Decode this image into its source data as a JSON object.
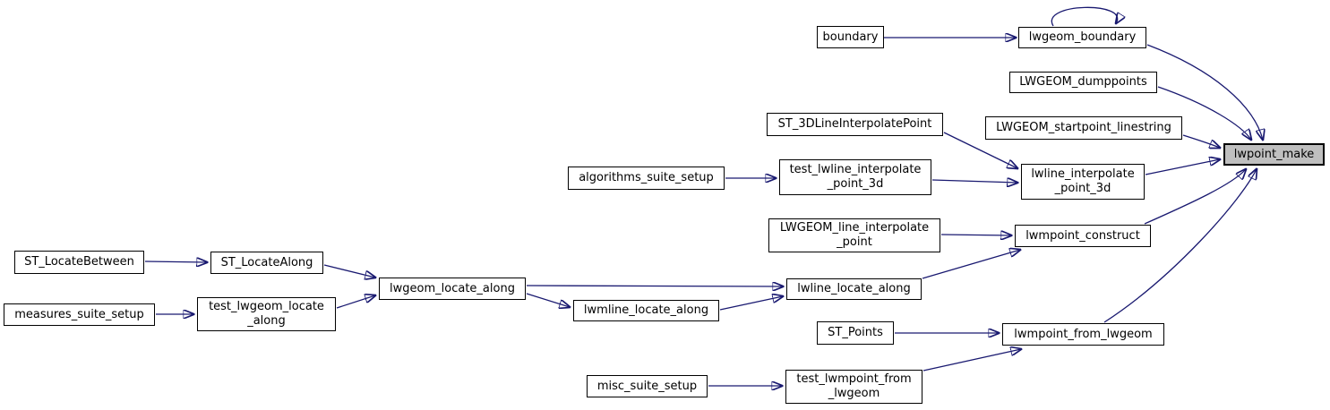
{
  "diagram": {
    "kind": "doxygen-call-graph",
    "background_color": "#ffffff",
    "edge_color": "#191970",
    "node_border_color": "#000000",
    "node_fill_color": "#ffffff",
    "highlighted_node_fill_color": "#bfbfbf",
    "text_color": "#000000"
  },
  "nodes": {
    "boundary": {
      "label": "boundary",
      "highlighted": false
    },
    "lwgeom_boundary": {
      "label": "lwgeom_boundary",
      "highlighted": false
    },
    "LWGEOM_dumppoints": {
      "label": "LWGEOM_dumppoints",
      "highlighted": false
    },
    "ST_3DLineInterpolatePoint": {
      "label": "ST_3DLineInterpolatePoint",
      "highlighted": false
    },
    "LWGEOM_startpoint_linestring": {
      "label": "LWGEOM_startpoint_linestring",
      "highlighted": false
    },
    "algorithms_suite_setup": {
      "label": "algorithms_suite_setup",
      "highlighted": false
    },
    "test_lwline_interpolate_point_3d": {
      "label": "test_lwline_interpolate\n_point_3d",
      "highlighted": false
    },
    "lwline_interpolate_point_3d": {
      "label": "lwline_interpolate\n_point_3d",
      "highlighted": false
    },
    "lwpoint_make": {
      "label": "lwpoint_make",
      "highlighted": true
    },
    "LWGEOM_line_interpolate_point": {
      "label": "LWGEOM_line_interpolate\n_point",
      "highlighted": false
    },
    "lwmpoint_construct": {
      "label": "lwmpoint_construct",
      "highlighted": false
    },
    "ST_LocateBetween": {
      "label": "ST_LocateBetween",
      "highlighted": false
    },
    "ST_LocateAlong": {
      "label": "ST_LocateAlong",
      "highlighted": false
    },
    "measures_suite_setup": {
      "label": "measures_suite_setup",
      "highlighted": false
    },
    "test_lwgeom_locate_along": {
      "label": "test_lwgeom_locate\n_along",
      "highlighted": false
    },
    "lwgeom_locate_along": {
      "label": "lwgeom_locate_along",
      "highlighted": false
    },
    "lwmline_locate_along": {
      "label": "lwmline_locate_along",
      "highlighted": false
    },
    "lwline_locate_along": {
      "label": "lwline_locate_along",
      "highlighted": false
    },
    "ST_Points": {
      "label": "ST_Points",
      "highlighted": false
    },
    "lwmpoint_from_lwgeom": {
      "label": "lwmpoint_from_lwgeom",
      "highlighted": false
    },
    "misc_suite_setup": {
      "label": "misc_suite_setup",
      "highlighted": false
    },
    "test_lwmpoint_from_lwgeom": {
      "label": "test_lwmpoint_from\n_lwgeom",
      "highlighted": false
    }
  },
  "edges": [
    {
      "from": "boundary",
      "to": "lwgeom_boundary"
    },
    {
      "from": "lwgeom_boundary",
      "to": "lwgeom_boundary"
    },
    {
      "from": "lwgeom_boundary",
      "to": "lwpoint_make"
    },
    {
      "from": "LWGEOM_dumppoints",
      "to": "lwpoint_make"
    },
    {
      "from": "LWGEOM_startpoint_linestring",
      "to": "lwpoint_make"
    },
    {
      "from": "ST_3DLineInterpolatePoint",
      "to": "lwline_interpolate_point_3d"
    },
    {
      "from": "algorithms_suite_setup",
      "to": "test_lwline_interpolate_point_3d"
    },
    {
      "from": "test_lwline_interpolate_point_3d",
      "to": "lwline_interpolate_point_3d"
    },
    {
      "from": "lwline_interpolate_point_3d",
      "to": "lwpoint_make"
    },
    {
      "from": "LWGEOM_line_interpolate_point",
      "to": "lwmpoint_construct"
    },
    {
      "from": "lwmpoint_construct",
      "to": "lwpoint_make"
    },
    {
      "from": "ST_LocateBetween",
      "to": "ST_LocateAlong"
    },
    {
      "from": "ST_LocateAlong",
      "to": "lwgeom_locate_along"
    },
    {
      "from": "measures_suite_setup",
      "to": "test_lwgeom_locate_along"
    },
    {
      "from": "test_lwgeom_locate_along",
      "to": "lwgeom_locate_along"
    },
    {
      "from": "lwgeom_locate_along",
      "to": "lwline_locate_along"
    },
    {
      "from": "lwgeom_locate_along",
      "to": "lwmline_locate_along"
    },
    {
      "from": "lwmline_locate_along",
      "to": "lwline_locate_along"
    },
    {
      "from": "lwline_locate_along",
      "to": "lwmpoint_construct"
    },
    {
      "from": "ST_Points",
      "to": "lwmpoint_from_lwgeom"
    },
    {
      "from": "misc_suite_setup",
      "to": "test_lwmpoint_from_lwgeom"
    },
    {
      "from": "test_lwmpoint_from_lwgeom",
      "to": "lwmpoint_from_lwgeom"
    },
    {
      "from": "lwmpoint_from_lwgeom",
      "to": "lwpoint_make"
    }
  ]
}
